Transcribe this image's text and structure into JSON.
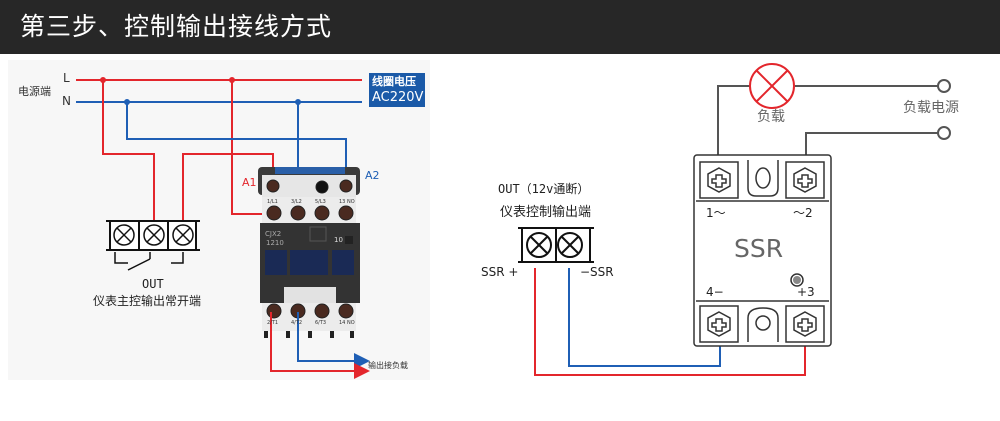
{
  "header": {
    "title": "第三步、控制输出接线方式"
  },
  "colors": {
    "live": "#e3262c",
    "neutral": "#1f5fb5",
    "coil_badge": "#1b5aa8",
    "header_bg": "#272727",
    "wire_gray": "#555555"
  },
  "left_diagram": {
    "power_label": "电源端",
    "line_L": "L",
    "line_N": "N",
    "coil_badge_line1": "线圈电压",
    "coil_badge_line2": "AC220V",
    "coil_a1": "A1",
    "coil_a2": "A2",
    "contactor_model_line1": "CJX2",
    "contactor_model_line2": "1210",
    "contactor_aux": "10",
    "top_terminals": [
      "1/L1",
      "3/L2",
      "5/L3",
      "13 NO"
    ],
    "bottom_terminals": [
      "2/T1",
      "4/T2",
      "6/T3",
      "14 NO"
    ],
    "output_label": "输出接负载",
    "meter_out_title": "OUT",
    "meter_out_desc": "仪表主控输出常开端"
  },
  "right_diagram": {
    "meter_out_title": "OUT（12v通断）",
    "meter_out_desc": "仪表控制输出端",
    "ssr_plus": "SSR +",
    "ssr_minus": "−SSR",
    "load_label": "负载",
    "load_power_label": "负载电源",
    "ssr_name": "SSR",
    "ssr_t1": "1～",
    "ssr_t2": "～2",
    "ssr_t3": "+3",
    "ssr_t4": "4−"
  }
}
